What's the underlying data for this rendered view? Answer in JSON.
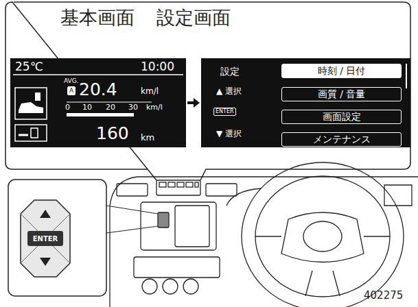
{
  "diagram": {
    "nodes": [
      {
        "text": [
          "25℃",
          "10:00",
          "AVG.",
          "A",
          "20.4",
          "km/l",
          "0",
          "10",
          "20",
          "30",
          "km/l",
          "160",
          "km"
        ]
      },
      {
        "text": [
          "設定",
          "▲ 選択",
          "ENTER",
          "▼ 選択"
        ]
      },
      {
        "text": [
          "時刻 / 日付"
        ],
        "in": 1
      },
      {
        "text": [
          "画質 / 音量"
        ],
        "in": 1
      },
      {
        "text": [
          "画面設定"
        ],
        "in": 1
      },
      {
        "text": [
          "メンテナンス"
        ],
        "in": 1
      },
      {
        "text": [
          "ENTER"
        ]
      }
    ],
    "edges": [
      {
        "from": 0,
        "to": 1,
        "arrow": "to"
      }
    ],
    "labels": [
      "基本画面",
      "設定画面",
      "402275"
    ]
  }
}
